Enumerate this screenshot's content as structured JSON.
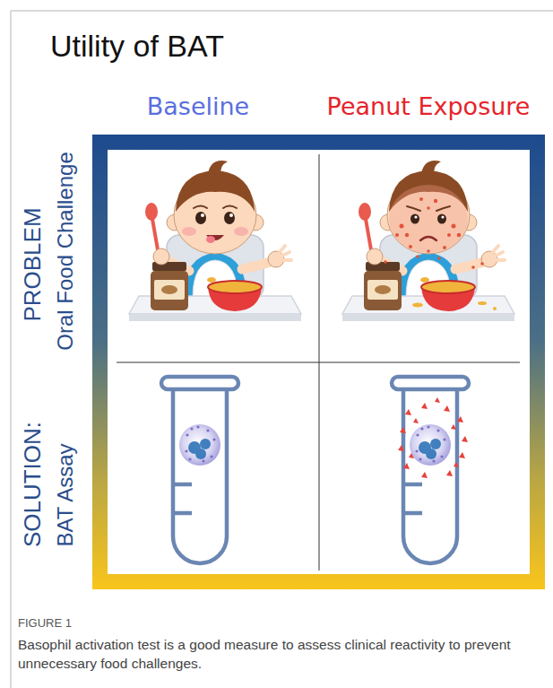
{
  "diagram": {
    "title": "Utility of BAT",
    "caption": "Basophil activation test is a good measure to assess clinical reactivity to prevent unnecessary food challenges.",
    "labels": [
      "Baseline",
      "Peanut Exposure",
      "PROBLEM",
      "Oral Food Challenge",
      "SOLUTION:",
      "BAT Assay",
      "FIGURE 1"
    ]
  }
}
